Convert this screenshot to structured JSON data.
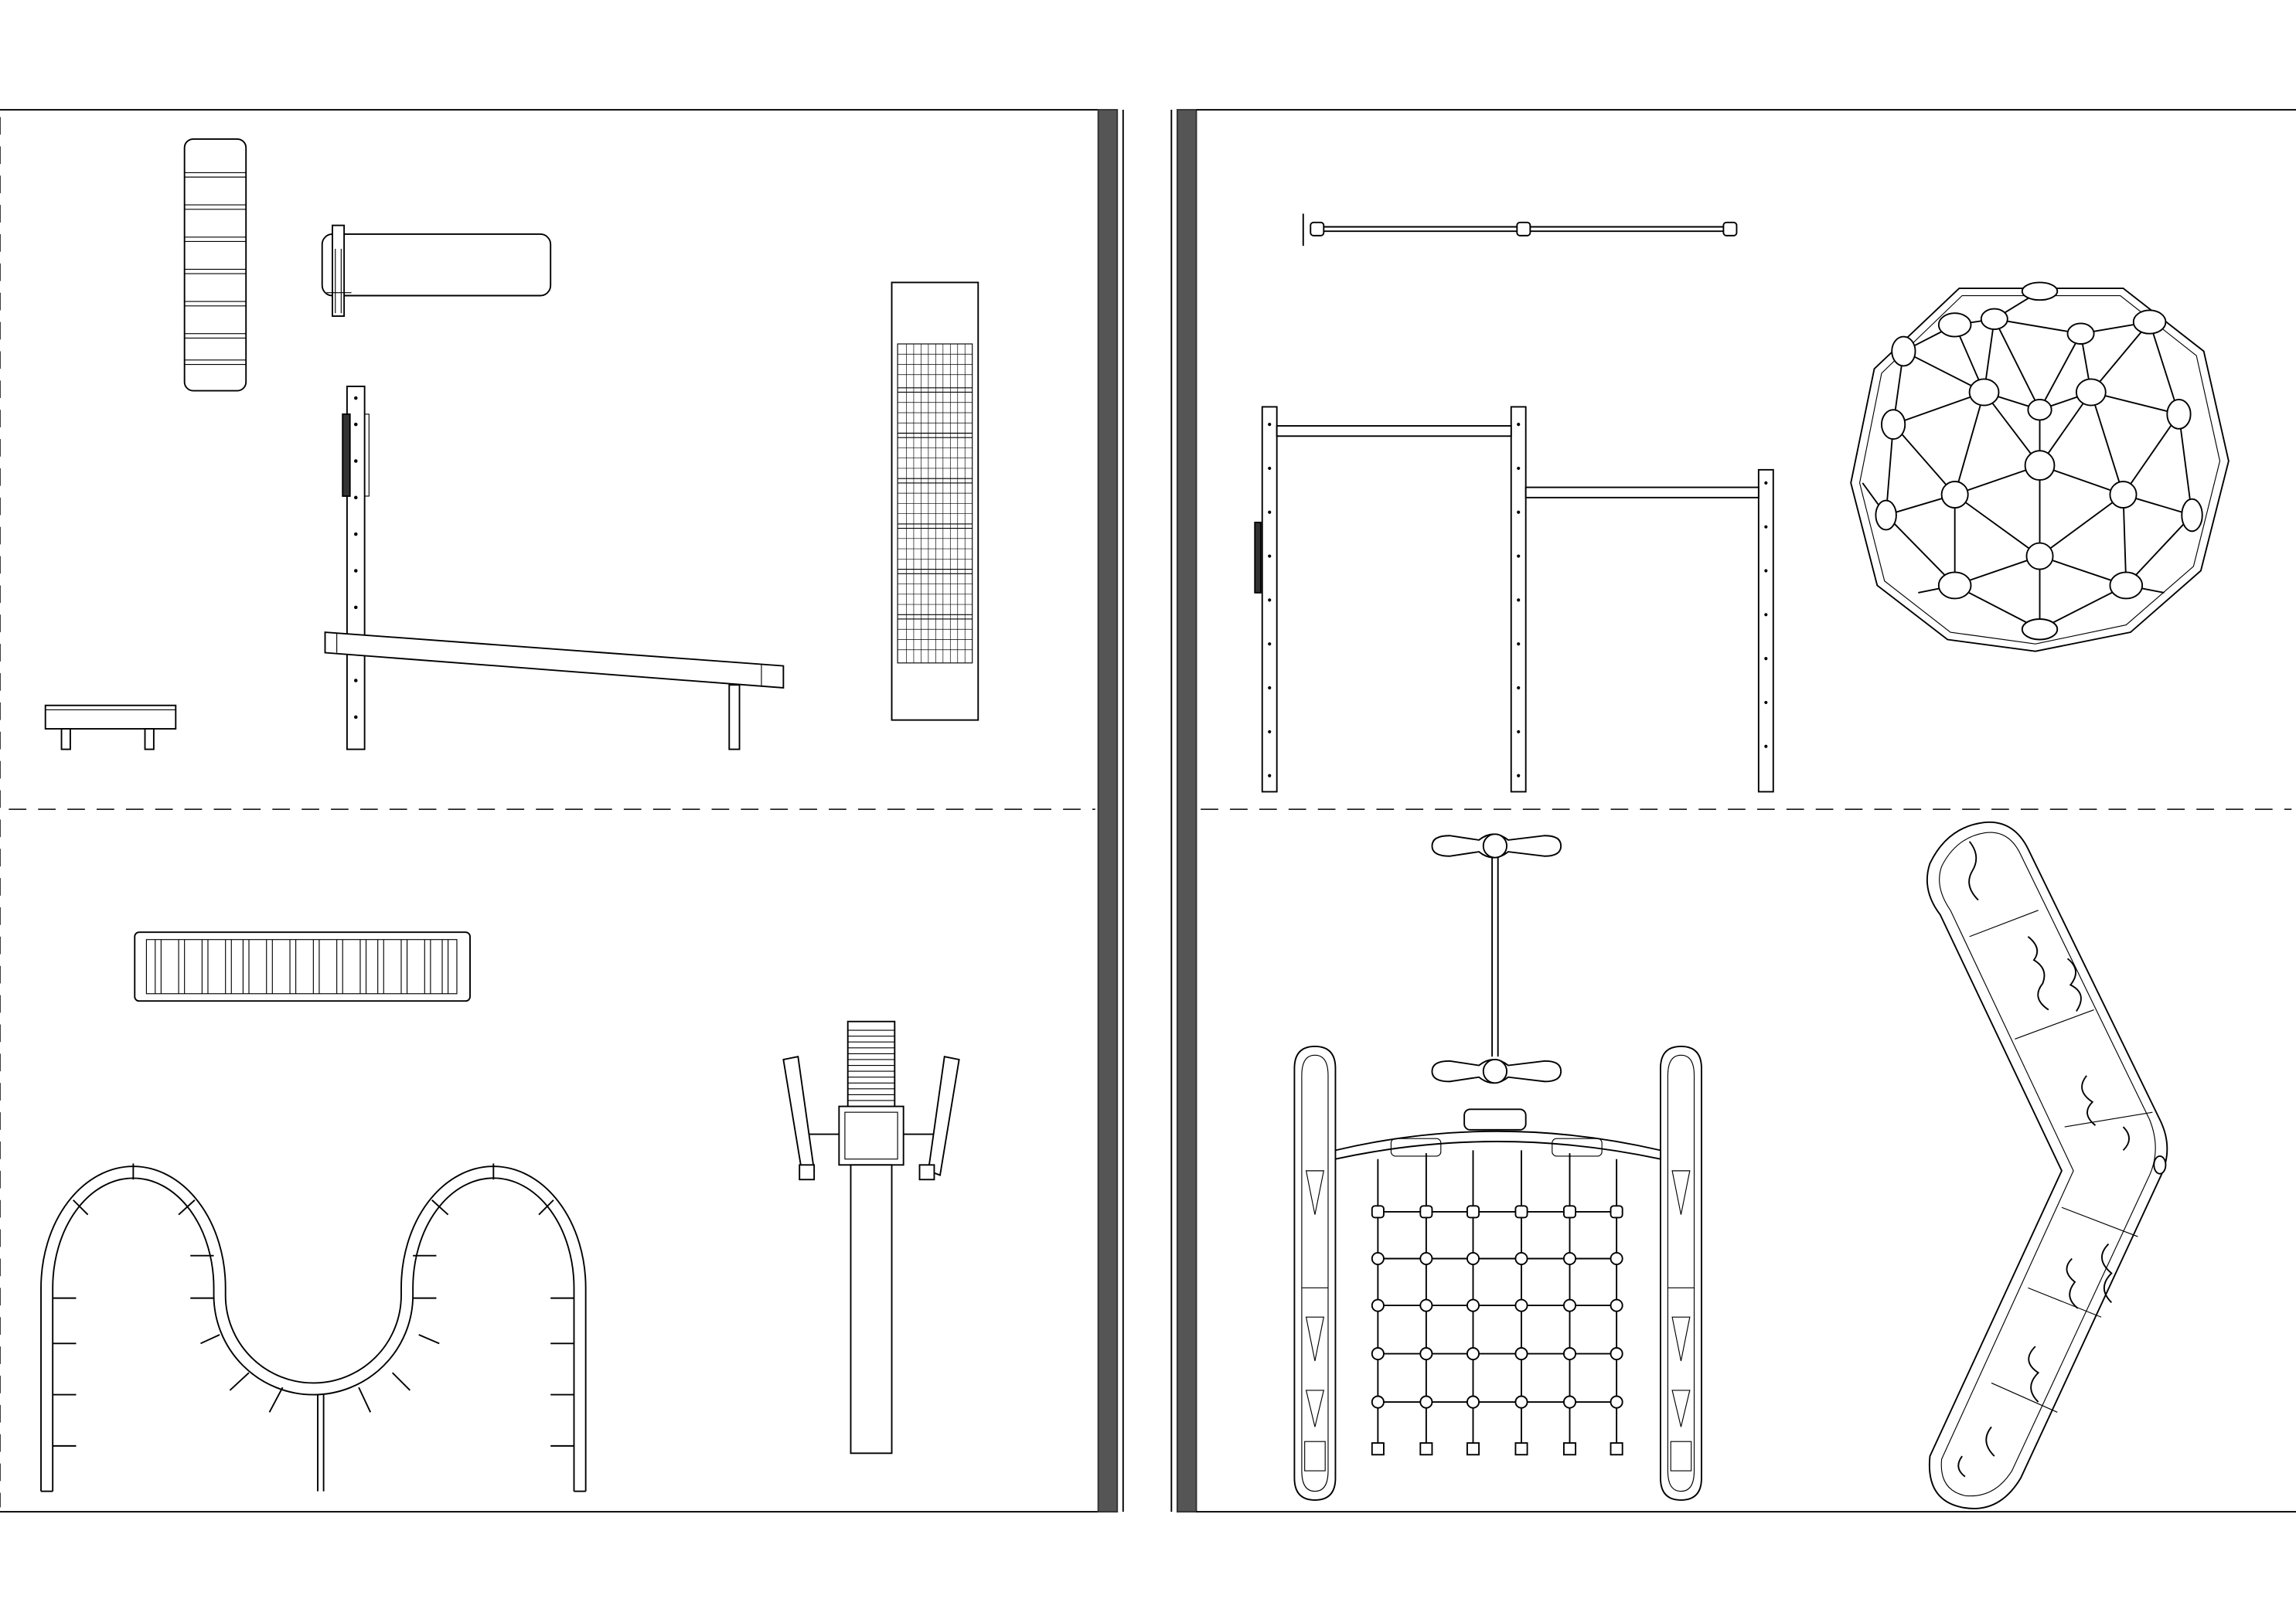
{
  "document": {
    "sheets": [
      {
        "id": "left-sheet",
        "items": [
          "step-ladder-plan",
          "bench-plan",
          "incline-bench-side",
          "vertical-net-panel",
          "low-bench",
          "horizontal-ladder",
          "serpentine-arch",
          "rotary-machine"
        ]
      },
      {
        "id": "right-sheet",
        "items": [
          "pull-up-bar-plan",
          "parallel-bars-side",
          "geodesic-dome",
          "seesaw-bar",
          "climbing-net-frame",
          "curved-climbing-wall"
        ]
      }
    ]
  },
  "colors": {
    "line": "#000000",
    "background": "#ffffff",
    "sheet-edge": "#555555"
  }
}
